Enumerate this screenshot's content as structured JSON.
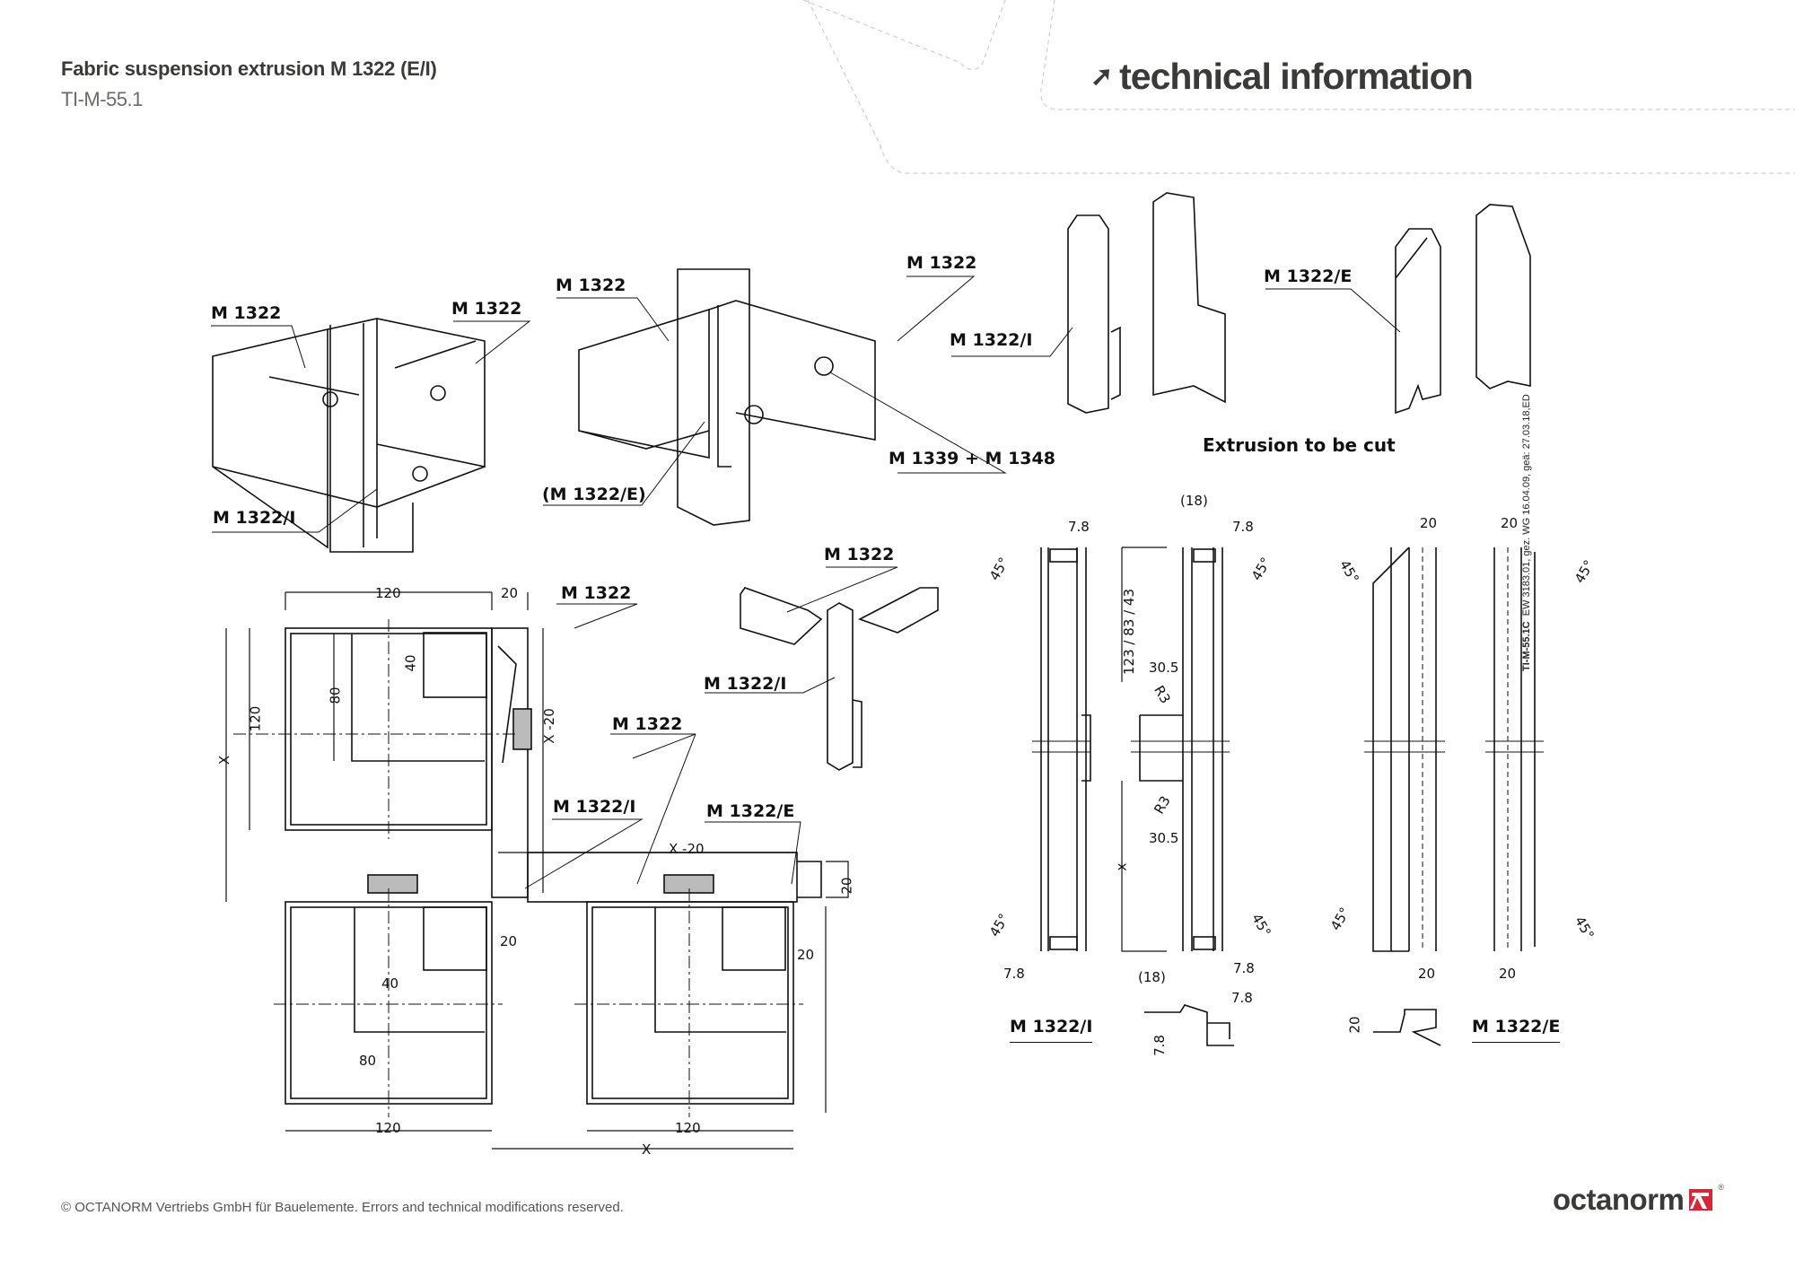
{
  "header": {
    "title": "Fabric suspension extrusion M 1322 (E/I)",
    "doc_code": "TI-M-55.1",
    "section_heading": "technical information",
    "section_icon": "arrow-up-right-icon"
  },
  "isometric_top_left": {
    "labels": [
      "M 1322",
      "M 1322",
      "M 1322/I"
    ]
  },
  "isometric_top_center": {
    "labels": [
      "M 1322",
      "M 1322",
      "(M 1322/E)",
      "M 1339 + M 1348"
    ]
  },
  "extrusion_3d": {
    "label_i": "M 1322/I",
    "label_e": "M 1322/E",
    "caption": "Extrusion to be cut"
  },
  "exploded_view": {
    "labels": [
      "M 1322",
      "M 1322/I"
    ]
  },
  "section_plan": {
    "labels": [
      "M 1322",
      "M 1322",
      "M 1322/I",
      "M 1322/E"
    ],
    "dims": {
      "top_width": "120",
      "top_offset": "20",
      "left_height": "120",
      "overall": "X",
      "inner_80": "80",
      "inner_40": "40",
      "x_minus_20_v": "X -20",
      "x_minus_20_h": "X -20",
      "right_20": "20",
      "bottom_20_a": "20",
      "bottom_20_b": "20",
      "bottom_40": "40",
      "bottom_80": "80",
      "bottom_120_a": "120",
      "bottom_120_b": "120",
      "bottom_x": "X"
    }
  },
  "cut_drawing_i": {
    "title": "M 1322/I",
    "dims": {
      "top_78_a": "7.8",
      "top_78_b": "7.8",
      "angle": "45°",
      "paren_18_top": "(18)",
      "paren_18_bottom": "(18)",
      "notch_length": "123 / 83 / 43",
      "notch_depth": "30.5",
      "radius": "R3",
      "length": "x",
      "bottom_78_a": "7.8",
      "bottom_78_b": "7.8",
      "profile_78_h": "7.8",
      "profile_78_v": "7.8"
    }
  },
  "cut_drawing_e": {
    "title": "M 1322/E",
    "dims": {
      "top_20_a": "20",
      "top_20_b": "20",
      "angle": "45°",
      "bottom_20_a": "20",
      "bottom_20_b": "20",
      "profile_20": "20"
    }
  },
  "side_note": {
    "code": "TI-M-55.1C",
    "text": "EW 3183.01,  gez. WG 16.04.09, geä: 27.03.18,ED"
  },
  "footer": {
    "copyright": "© OCTANORM Vertriebs GmbH für Bauelemente. Errors and technical modifications reserved.",
    "logo_text": "octanorm",
    "logo_reg": "®",
    "brand_color": "#d6263a"
  }
}
